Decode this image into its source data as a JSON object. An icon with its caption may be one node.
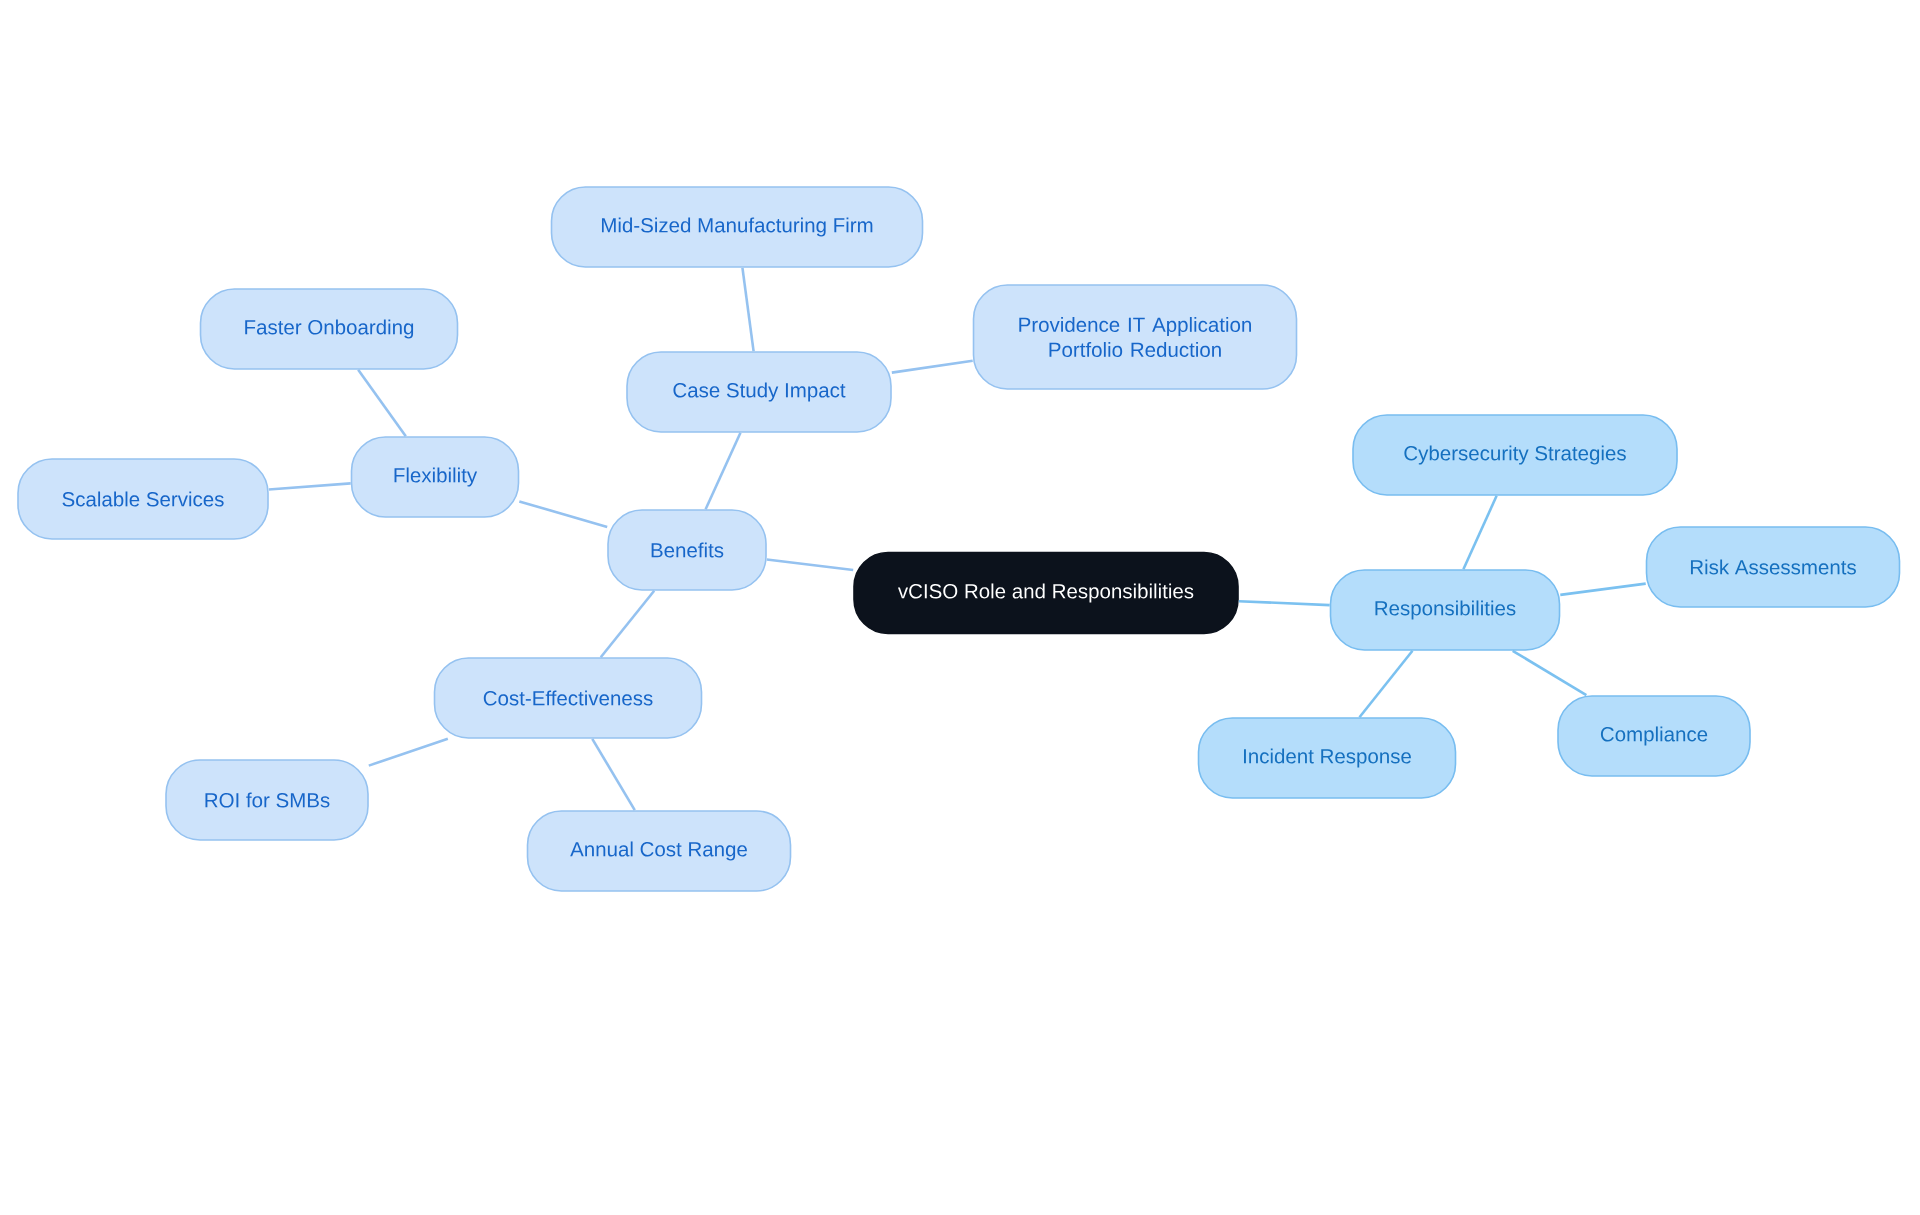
{
  "diagram": {
    "nodes": [
      {
        "text": [
          "vCISO Role and Responsibilities"
        ]
      },
      {
        "text": [
          "Benefits"
        ]
      },
      {
        "text": [
          "Case Study Impact"
        ]
      },
      {
        "text": [
          "Mid-Sized Manufacturing Firm"
        ]
      },
      {
        "text": [
          "Providence IT Application Portfolio Reduction"
        ]
      },
      {
        "text": [
          "Flexibility"
        ]
      },
      {
        "text": [
          "Faster Onboarding"
        ]
      },
      {
        "text": [
          "Scalable Services"
        ]
      },
      {
        "text": [
          "Cost-Effectiveness"
        ]
      },
      {
        "text": [
          "ROI for SMBs"
        ]
      },
      {
        "text": [
          "Annual Cost Range"
        ]
      },
      {
        "text": [
          "Responsibilities"
        ]
      },
      {
        "text": [
          "Cybersecurity Strategies"
        ]
      },
      {
        "text": [
          "Risk Assessments"
        ]
      },
      {
        "text": [
          "Compliance"
        ]
      },
      {
        "text": [
          "Incident Response"
        ]
      }
    ],
    "edges": [
      {
        "from": 0,
        "to": 1,
        "arrow": "none"
      },
      {
        "from": 1,
        "to": 2,
        "arrow": "none"
      },
      {
        "from": 2,
        "to": 3,
        "arrow": "none"
      },
      {
        "from": 2,
        "to": 4,
        "arrow": "none"
      },
      {
        "from": 1,
        "to": 5,
        "arrow": "none"
      },
      {
        "from": 5,
        "to": 6,
        "arrow": "none"
      },
      {
        "from": 5,
        "to": 7,
        "arrow": "none"
      },
      {
        "from": 1,
        "to": 8,
        "arrow": "none"
      },
      {
        "from": 8,
        "to": 9,
        "arrow": "none"
      },
      {
        "from": 8,
        "to": 10,
        "arrow": "none"
      },
      {
        "from": 0,
        "to": 11,
        "arrow": "none",
        "color": "#7bc1f0"
      },
      {
        "from": 11,
        "to": 12,
        "arrow": "none",
        "color": "#7bc1f0"
      },
      {
        "from": 11,
        "to": 13,
        "arrow": "none",
        "color": "#7bc1f0"
      },
      {
        "from": 11,
        "to": 14,
        "arrow": "none",
        "color": "#7bc1f0"
      },
      {
        "from": 11,
        "to": 15,
        "arrow": "none",
        "color": "#7bc1f0"
      }
    ]
  }
}
